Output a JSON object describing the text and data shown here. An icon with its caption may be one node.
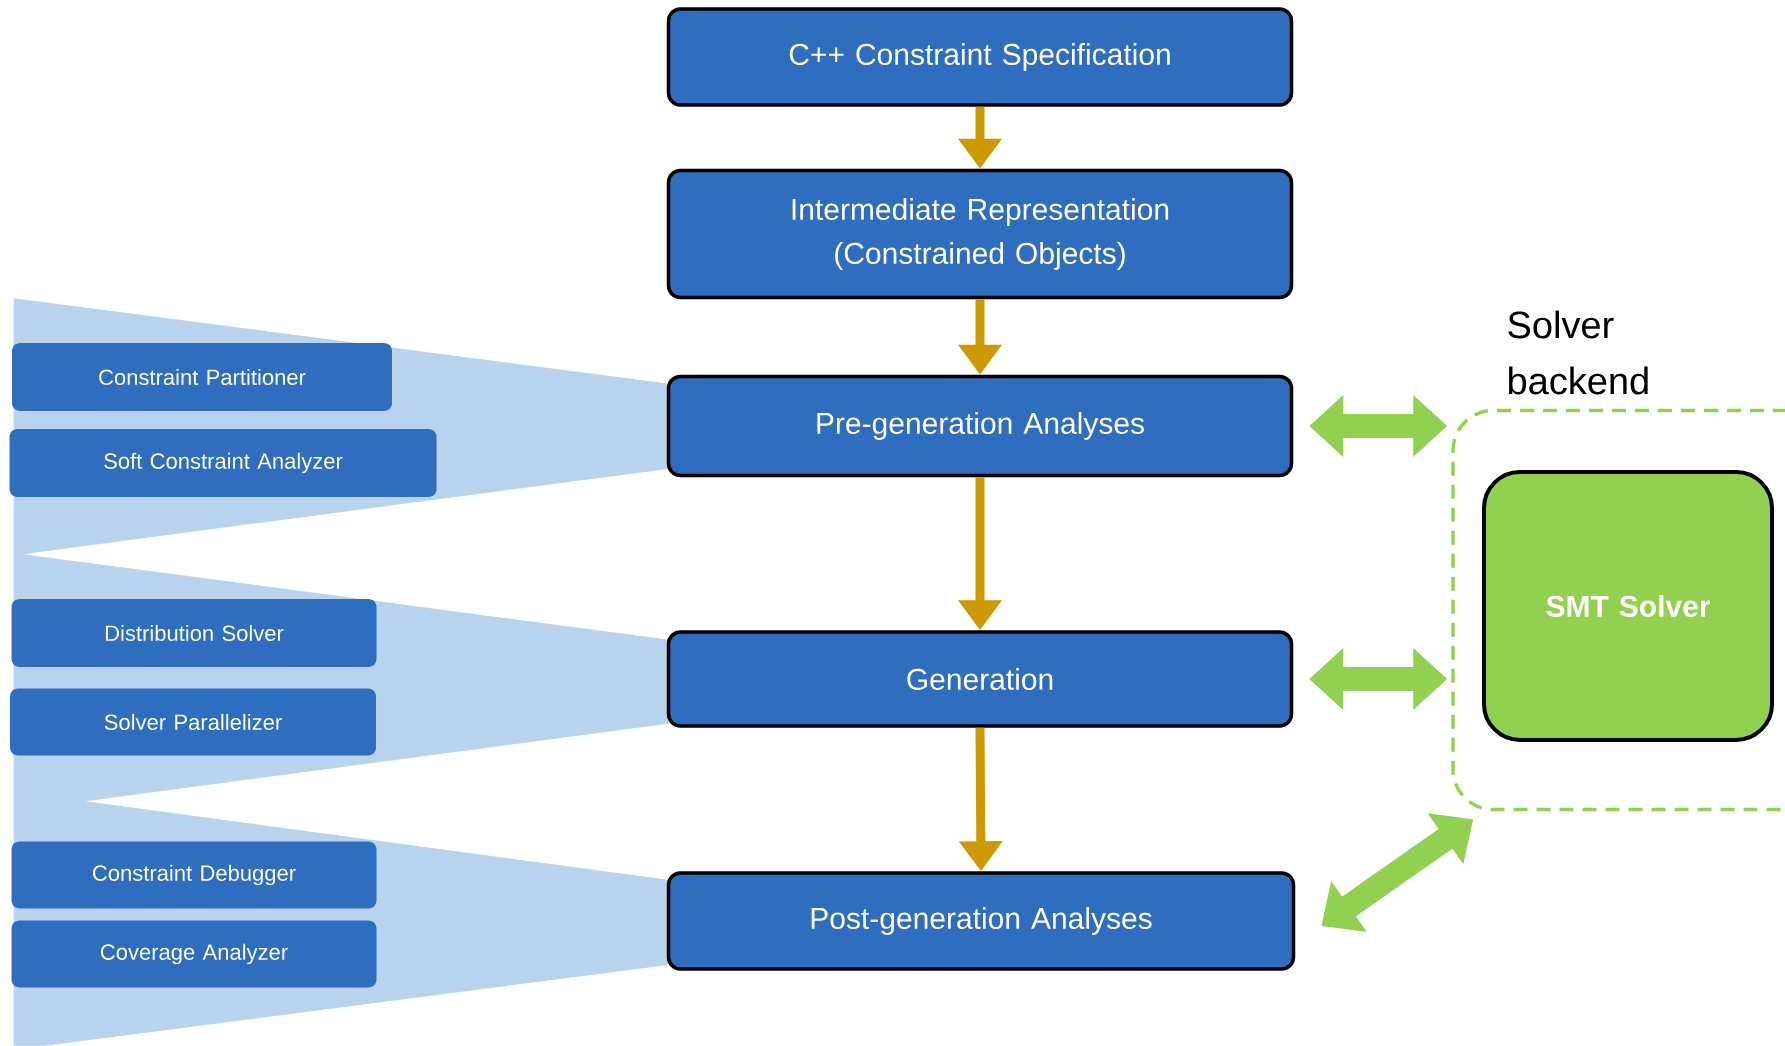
{
  "diagram": {
    "nodes": [
      {
        "text": [
          "C++ Constraint Specification"
        ]
      },
      {
        "text": [
          "Intermediate Representation (Constrained Objects)"
        ]
      },
      {
        "text": [
          "Pre-generation Analyses"
        ]
      },
      {
        "text": [
          "Generation"
        ]
      },
      {
        "text": [
          "Post-generation Analyses"
        ]
      },
      {
        "text": [
          "Constraint Partitioner"
        ]
      },
      {
        "text": [
          "Soft Constraint Analyzer"
        ]
      },
      {
        "text": [
          "Distribution Solver"
        ]
      },
      {
        "text": [
          "Solver Parallelizer"
        ]
      },
      {
        "text": [
          "Constraint Debugger"
        ]
      },
      {
        "text": [
          "Coverage Analyzer"
        ]
      },
      {
        "text": [
          "Solver backend"
        ]
      },
      {
        "text": [
          "SMT Solver"
        ],
        "in": 11
      }
    ],
    "edges": [
      {
        "from": 0,
        "to": 1,
        "arrow": "to"
      },
      {
        "from": 1,
        "to": 2,
        "arrow": "to"
      },
      {
        "from": 2,
        "to": 3,
        "arrow": "to"
      },
      {
        "from": 3,
        "to": 4,
        "arrow": "to"
      },
      {
        "from": 2,
        "to": 11,
        "arrow": "both",
        "style": "thick",
        "color": "#92d050"
      },
      {
        "from": 3,
        "to": 11,
        "arrow": "both",
        "style": "thick",
        "color": "#92d050"
      },
      {
        "from": 4,
        "to": 11,
        "arrow": "both",
        "style": "thick",
        "color": "#92d050"
      }
    ]
  }
}
